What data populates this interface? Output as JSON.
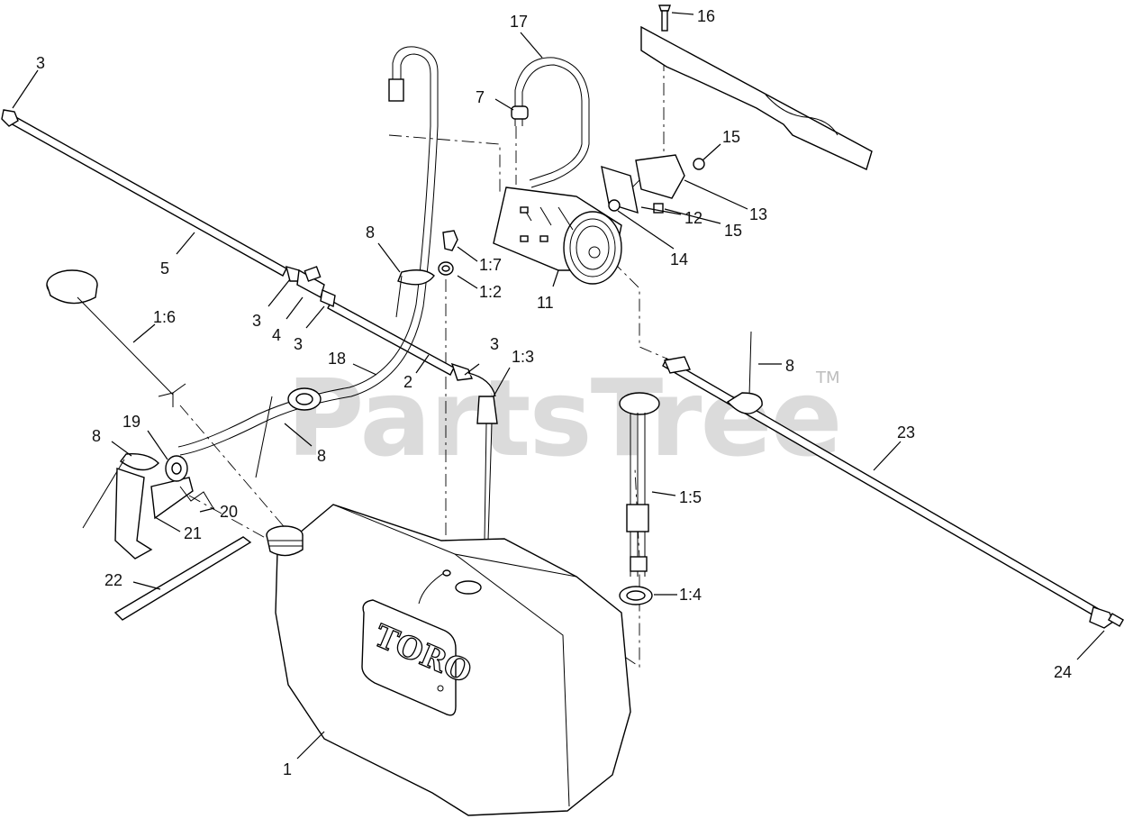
{
  "watermark": {
    "text": "PartsTree",
    "trademark": "TM"
  },
  "logo": {
    "text": "TORO"
  },
  "callouts": {
    "c3_topleft": "3",
    "c5": "5",
    "c3_a": "3",
    "c4": "4",
    "c3_b": "3",
    "c1_6": "1:6",
    "c8_pipe": "8",
    "c18": "18",
    "c2": "2",
    "c3_c": "3",
    "c1_3": "1:3",
    "c8_hose": "8",
    "c19": "19",
    "c8_left": "8",
    "c20": "20",
    "c21": "21",
    "c22": "22",
    "c1": "1",
    "c1_7": "1:7",
    "c1_2": "1:2",
    "c11": "11",
    "c17": "17",
    "c7": "7",
    "c16": "16",
    "c15_a": "15",
    "c13": "13",
    "c15_b": "15",
    "c12": "12",
    "c14": "14",
    "c8_right": "8",
    "c23": "23",
    "c1_5": "1:5",
    "c1_4": "1:4",
    "c24": "24"
  }
}
